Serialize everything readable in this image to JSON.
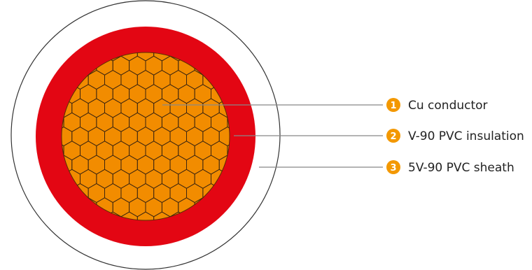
{
  "colors": {
    "sheath": "#ffffff",
    "sheath_outline": "#333333",
    "insulation": "#e30613",
    "conductor": "#f28c00",
    "conductor_mesh": "#3a2410",
    "leader_line": "#888888",
    "badge": "#f39800"
  },
  "callouts": [
    {
      "number": "1",
      "label": "Cu conductor"
    },
    {
      "number": "2",
      "label": "V-90 PVC insulation"
    },
    {
      "number": "3",
      "label": "5V-90 PVC sheath"
    }
  ]
}
